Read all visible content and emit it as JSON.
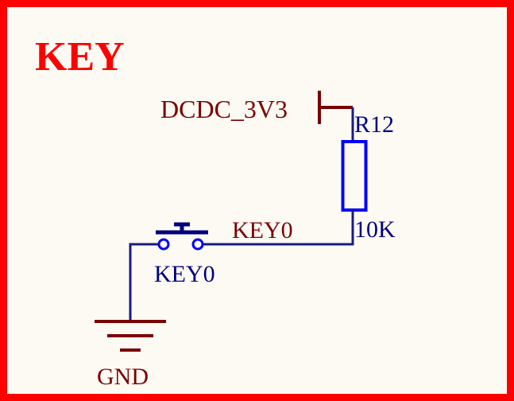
{
  "title": "KEY",
  "power": {
    "net": "DCDC_3V3"
  },
  "resistor": {
    "designator": "R12",
    "value": "10K"
  },
  "net_label": "KEY0",
  "switch": {
    "designator": "KEY0"
  },
  "ground": {
    "net": "GND"
  },
  "colors": {
    "frame": "#ff0000",
    "title": "#ff0000",
    "wire": "#1a1a80",
    "part_body": "#0000ff",
    "switch_body": "#00007f",
    "power_symbol": "#7a0000",
    "net_text": "#7a0000",
    "designator_text": "#00007f",
    "background": "#fdfaf4"
  }
}
